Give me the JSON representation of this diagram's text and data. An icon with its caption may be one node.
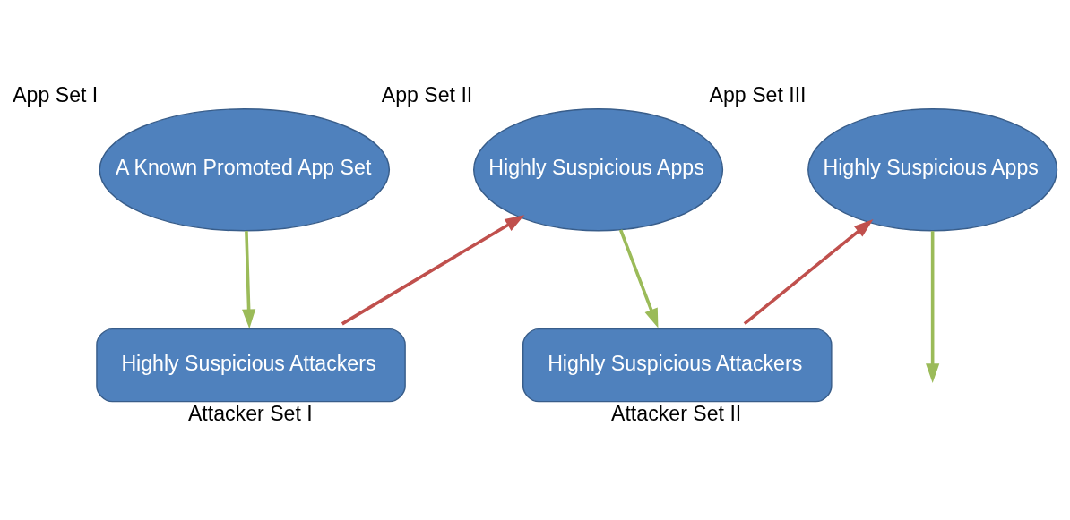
{
  "diagram": {
    "nodes": [
      {
        "text": [
          "App Set I",
          "A Known Promoted App Set"
        ]
      },
      {
        "text": [
          "App Set II",
          "Highly Suspicious Apps"
        ]
      },
      {
        "text": [
          "App Set III",
          "Highly Suspicious Apps"
        ]
      },
      {
        "text": [
          "Highly Suspicious Attackers",
          "Attacker Set I"
        ]
      },
      {
        "text": [
          "Highly Suspicious Attackers",
          "Attacker Set II"
        ]
      }
    ],
    "edges": [
      {
        "from": 0,
        "to": 3,
        "arrow": "to"
      },
      {
        "from": 3,
        "to": 1,
        "arrow": "to",
        "color": "#c0504d"
      },
      {
        "from": 1,
        "to": 4,
        "arrow": "to"
      },
      {
        "from": 4,
        "to": 2,
        "arrow": "to",
        "color": "#c0504d"
      },
      {
        "from": 2,
        "to": null,
        "arrow": "to"
      }
    ]
  }
}
